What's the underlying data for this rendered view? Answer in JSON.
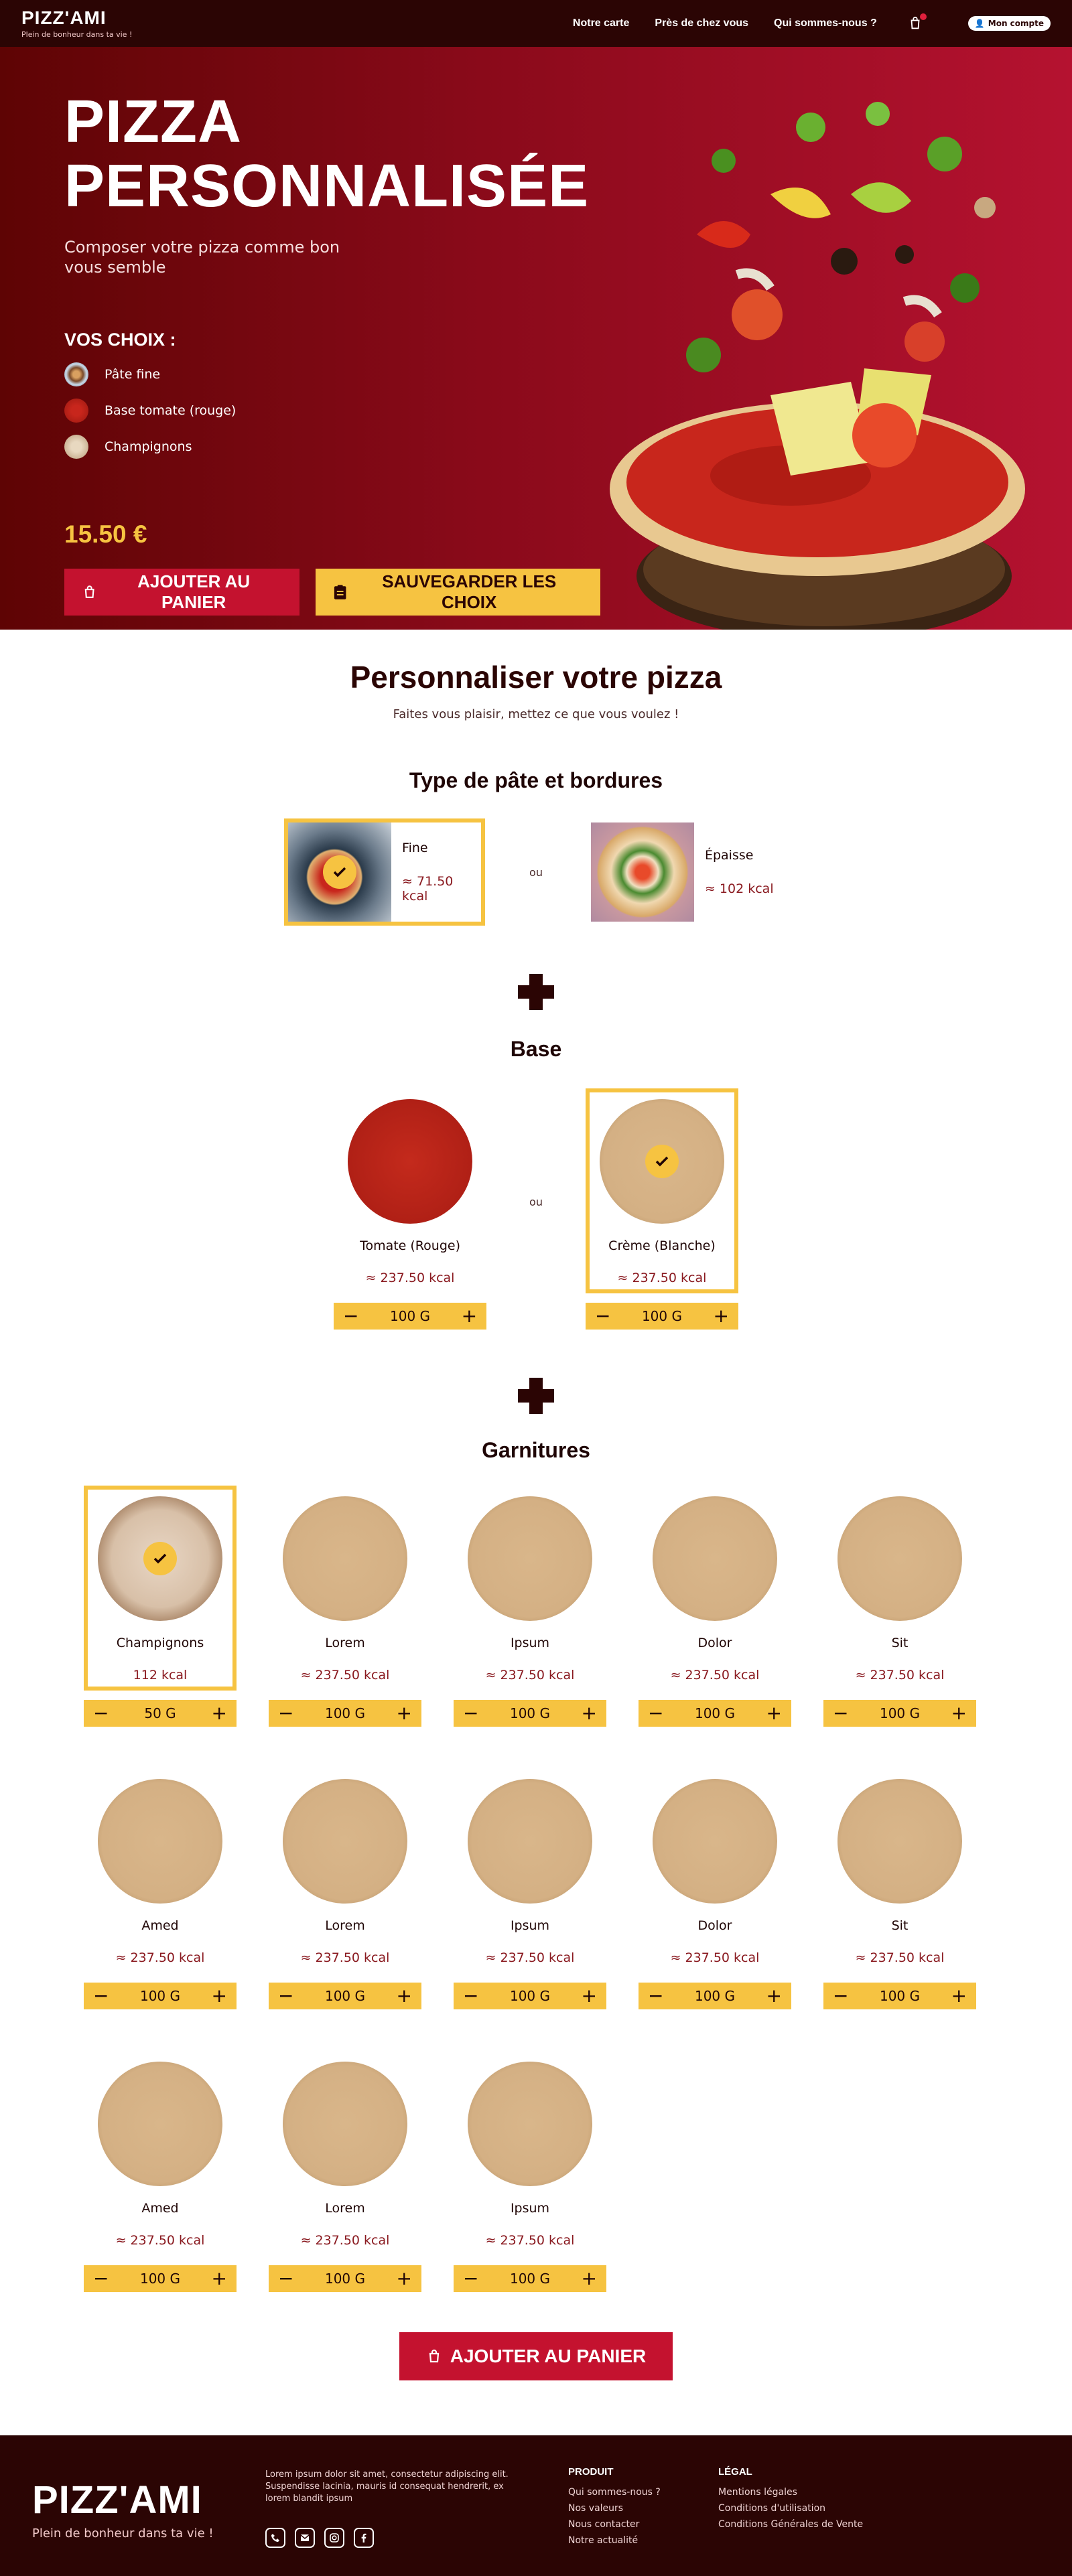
{
  "nav": {
    "brand": "PIZZ'AMI",
    "tagline": "Plein de bonheur dans ta vie !",
    "links": [
      "Notre carte",
      "Près de chez vous",
      "Qui sommes-nous ?"
    ],
    "account": "Mon compte"
  },
  "hero": {
    "title_line1": "PIZZA",
    "title_line2": "PERSONNALISÉE",
    "subtitle": "Composer votre pizza comme bon vous semble",
    "choices_label": "VOS CHOIX :",
    "choices": [
      "Pâte fine",
      "Base tomate (rouge)",
      "Champignons"
    ],
    "price": "15.50 €",
    "add_to_cart": "AJOUTER AU PANIER",
    "save_choices": "SAUVEGARDER LES CHOIX"
  },
  "customize": {
    "title": "Personnaliser votre pizza",
    "subtitle": "Faites vous plaisir, mettez ce que vous voulez !"
  },
  "dough": {
    "title": "Type de pâte et bordures",
    "or": "ou",
    "options": [
      {
        "name": "Fine",
        "kcal": "≈ 71.50 kcal",
        "selected": true
      },
      {
        "name": "Épaisse",
        "kcal": "≈ 102 kcal",
        "selected": false
      }
    ]
  },
  "base": {
    "title": "Base",
    "or": "ou",
    "options": [
      {
        "name": "Tomate (Rouge)",
        "kcal": "≈ 237.50 kcal",
        "qty": "100 G",
        "selected": false
      },
      {
        "name": "Crème (Blanche)",
        "kcal": "≈ 237.50 kcal",
        "qty": "100 G",
        "selected": true
      }
    ]
  },
  "toppings": {
    "title": "Garnitures",
    "items": [
      {
        "name": "Champignons",
        "kcal": "112 kcal",
        "qty": "50 G",
        "selected": true
      },
      {
        "name": "Lorem",
        "kcal": "≈ 237.50 kcal",
        "qty": "100 G",
        "selected": false
      },
      {
        "name": "Ipsum",
        "kcal": "≈ 237.50 kcal",
        "qty": "100 G",
        "selected": false
      },
      {
        "name": "Dolor",
        "kcal": "≈ 237.50 kcal",
        "qty": "100 G",
        "selected": false
      },
      {
        "name": "Sit",
        "kcal": "≈ 237.50 kcal",
        "qty": "100 G",
        "selected": false
      },
      {
        "name": "Amed",
        "kcal": "≈ 237.50 kcal",
        "qty": "100 G",
        "selected": false
      },
      {
        "name": "Lorem",
        "kcal": "≈ 237.50 kcal",
        "qty": "100 G",
        "selected": false
      },
      {
        "name": "Ipsum",
        "kcal": "≈ 237.50 kcal",
        "qty": "100 G",
        "selected": false
      },
      {
        "name": "Dolor",
        "kcal": "≈ 237.50 kcal",
        "qty": "100 G",
        "selected": false
      },
      {
        "name": "Sit",
        "kcal": "≈ 237.50 kcal",
        "qty": "100 G",
        "selected": false
      },
      {
        "name": "Amed",
        "kcal": "≈ 237.50 kcal",
        "qty": "100 G",
        "selected": false
      },
      {
        "name": "Lorem",
        "kcal": "≈ 237.50 kcal",
        "qty": "100 G",
        "selected": false
      },
      {
        "name": "Ipsum",
        "kcal": "≈ 237.50 kcal",
        "qty": "100 G",
        "selected": false
      }
    ]
  },
  "cta": "AJOUTER AU PANIER",
  "footer": {
    "brand": "PIZZ'AMI",
    "tagline": "Plein de bonheur dans ta vie !",
    "about": "Lorem ipsum dolor sit amet, consectetur adipiscing elit. Suspendisse lacinia, mauris id consequat hendrerit, ex lorem blandit ipsum",
    "product_title": "PRODUIT",
    "product_links": [
      "Qui sommes-nous ?",
      "Nos valeurs",
      "Nous contacter",
      "Notre actualité"
    ],
    "legal_title": "LÉGAL",
    "legal_links": [
      "Mentions légales",
      "Conditions d'utilisation",
      "Conditions Générales de Vente"
    ]
  },
  "colors": {
    "dark": "#2b0504",
    "red": "#c4122f",
    "yellow": "#f6c341",
    "crust": "#d9b68a"
  }
}
